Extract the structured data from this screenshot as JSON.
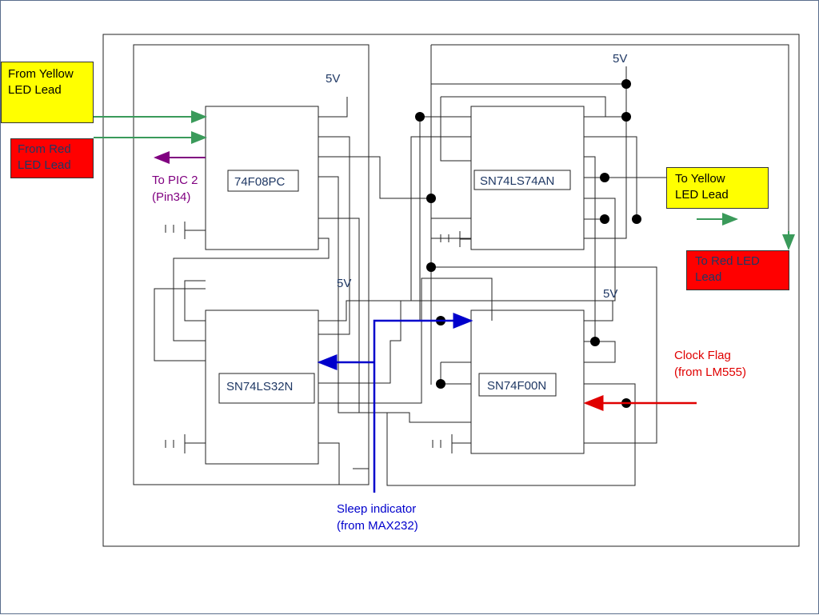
{
  "chips": {
    "and": "74F08PC",
    "flipflop": "SN74LS74AN",
    "or": "SN74LS32N",
    "nand": "SN74F00N"
  },
  "supply": {
    "label": "5V"
  },
  "inputs": {
    "yellow_led": {
      "line1": "From Yellow",
      "line2": "LED Lead"
    },
    "red_led": {
      "line1": "From Red",
      "line2": "LED Lead"
    }
  },
  "outputs": {
    "pic": {
      "line1": "To PIC 2",
      "line2": "(Pin34)"
    },
    "yellow_led": {
      "line1": "To Yellow",
      "line2": "LED Lead"
    },
    "red_led": {
      "line1": "To Red LED",
      "line2": "Lead"
    }
  },
  "signals": {
    "clock": {
      "line1": "Clock Flag",
      "line2": "(from LM555)"
    },
    "sleep": {
      "line1": "Sleep indicator",
      "line2": "(from MAX232)"
    }
  },
  "colors": {
    "yellow": "#ffff00",
    "red": "#ff0000",
    "green": "#3a9a5a",
    "purple": "#800080",
    "blue": "#0000cc",
    "clock_red": "#e00000",
    "navy": "#1f3864"
  }
}
